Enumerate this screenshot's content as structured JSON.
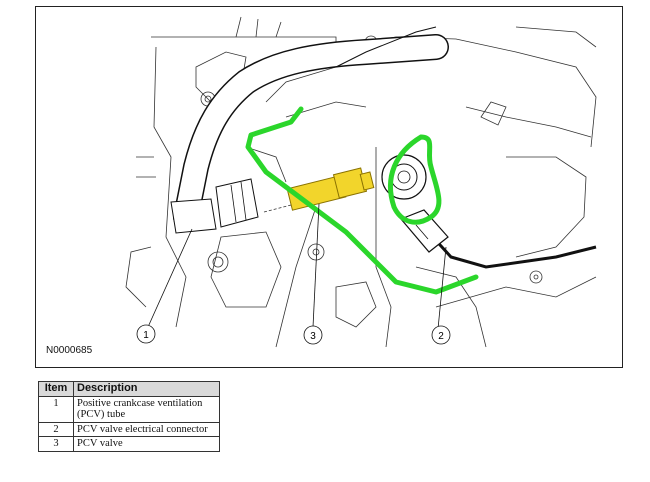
{
  "figure": {
    "id": "N0000685",
    "callouts": [
      {
        "number": "1"
      },
      {
        "number": "2"
      },
      {
        "number": "3"
      }
    ],
    "highlight_color": "#2bd62b",
    "valve_color": "#f2d52b"
  },
  "legend": {
    "header_item": "Item",
    "header_description": "Description",
    "rows": [
      {
        "item": "1",
        "description": "Positive crankcase ventilation (PCV) tube"
      },
      {
        "item": "2",
        "description": "PCV valve electrical connector"
      },
      {
        "item": "3",
        "description": "PCV valve"
      }
    ]
  }
}
